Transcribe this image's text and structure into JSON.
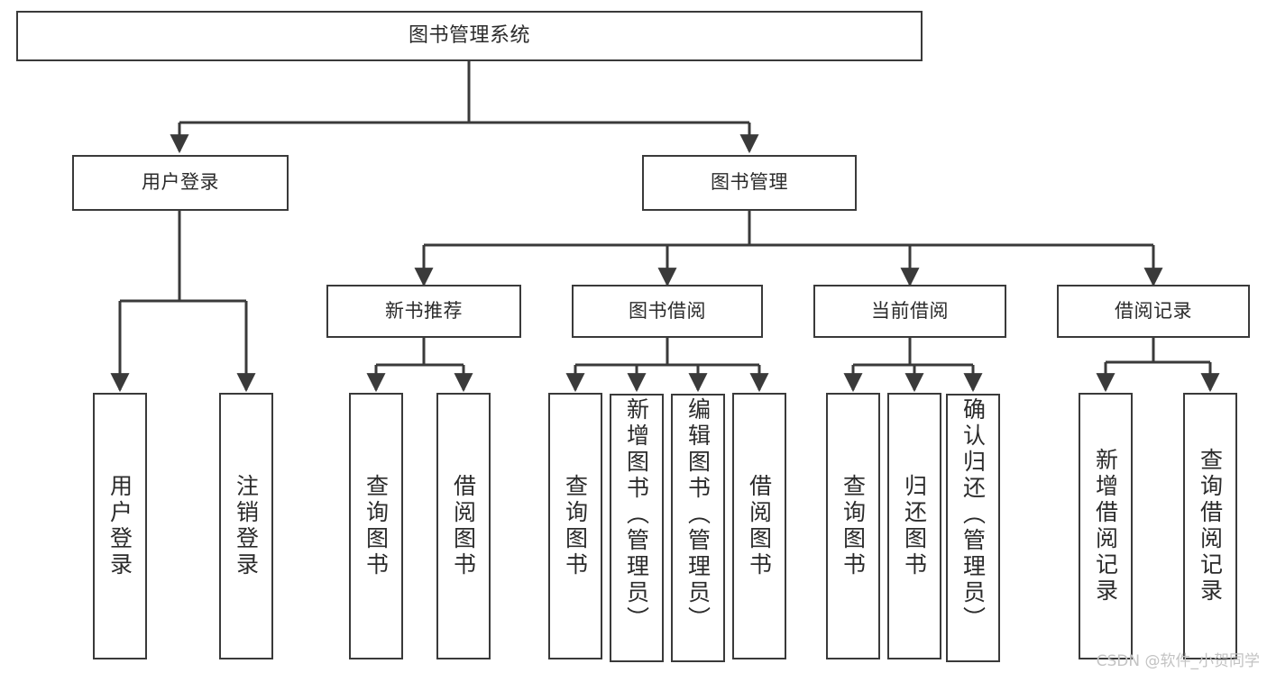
{
  "diagram": {
    "title": "图书管理系统",
    "type": "tree-hierarchy",
    "root": {
      "label": "图书管理系统"
    },
    "level1": [
      {
        "label": "用户登录"
      },
      {
        "label": "图书管理"
      }
    ],
    "level2": [
      {
        "label": "新书推荐"
      },
      {
        "label": "图书借阅"
      },
      {
        "label": "当前借阅"
      },
      {
        "label": "借阅记录"
      }
    ],
    "leaves": {
      "user_login": [
        {
          "label": "用户登录"
        },
        {
          "label": "注销登录"
        }
      ],
      "new_book_recommend": [
        {
          "label": "查询图书"
        },
        {
          "label": "借阅图书"
        }
      ],
      "book_borrow": [
        {
          "label": "查询图书"
        },
        {
          "label": "新增图书（管理员）"
        },
        {
          "label": "编辑图书（管理员）"
        },
        {
          "label": "借阅图书"
        }
      ],
      "current_borrow": [
        {
          "label": "查询图书"
        },
        {
          "label": "归还图书"
        },
        {
          "label": "确认归还（管理员）"
        }
      ],
      "borrow_record": [
        {
          "label": "新增借阅记录"
        },
        {
          "label": "查询借阅记录"
        }
      ]
    }
  },
  "watermark": {
    "text": "CSDN @软件_小贺同学"
  },
  "colors": {
    "stroke": "#3a3a3a",
    "text": "#2b2b2b",
    "background": "#ffffff",
    "watermark": "#c3c3c3"
  }
}
